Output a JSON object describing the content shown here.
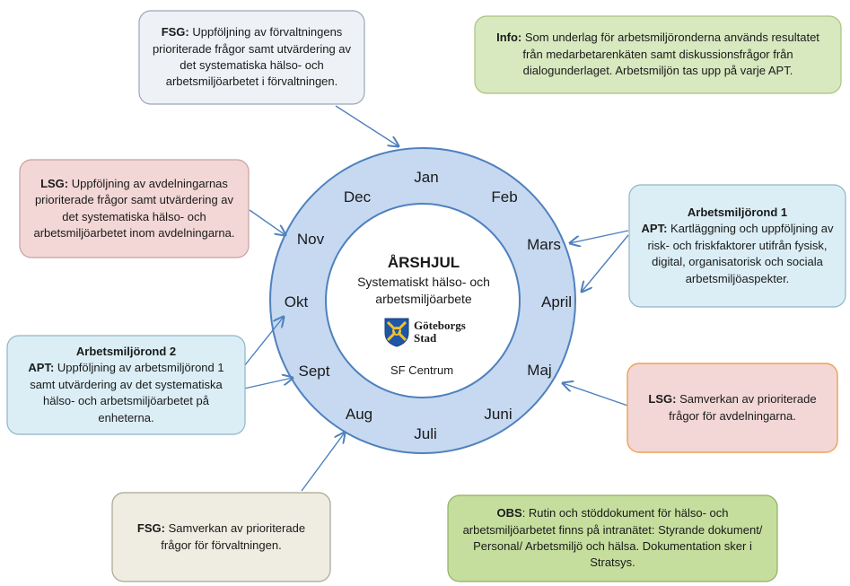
{
  "colors": {
    "ring_fill": "#c6d9f1",
    "ring_stroke": "#4f81bd",
    "arrow": "#4f81bd",
    "fsg_top_fill": "#eef1f6",
    "info_fill": "#d8e8bf",
    "lsg_left_fill": "#f2d7d6",
    "apt_fill": "#dbeef5",
    "lsg_right_fill": "#f2d7d6",
    "lsg_right_stroke": "#f0a050",
    "fsg_bottom_fill": "#efece1",
    "obs_fill": "#c5de9d"
  },
  "center": {
    "title": "ÅRSHJUL",
    "subtitle_line1": "Systematiskt hälso- och",
    "subtitle_line2": "arbetsmiljöarbete",
    "logo_line1": "Göteborgs",
    "logo_line2": "Stad",
    "unit": "SF Centrum"
  },
  "months": {
    "jan": "Jan",
    "feb": "Feb",
    "mars": "Mars",
    "april": "April",
    "maj": "Maj",
    "juni": "Juni",
    "juli": "Juli",
    "aug": "Aug",
    "sept": "Sept",
    "okt": "Okt",
    "nov": "Nov",
    "dec": "Dec"
  },
  "boxes": {
    "fsg_top": {
      "label": "FSG:",
      "text": " Uppföljning av förvaltningens prioriterade frågor samt utvärdering av det systematiska hälso- och arbetsmiljöarbetet i förvaltningen."
    },
    "info": {
      "label": "Info:",
      "text": " Som underlag för arbetsmiljöronderna används resultatet från medarbetarenkäten samt diskussionsfrågor från dialogunderlaget.  Arbetsmiljön tas upp på varje APT."
    },
    "lsg_left": {
      "label": "LSG:",
      "text": " Uppföljning av avdelningarnas prioriterade frågor samt utvärdering av det systematiska hälso- och arbetsmiljöarbetet inom avdelningarna."
    },
    "round1": {
      "title": "Arbetsmiljörond 1",
      "label": "APT:",
      "text": " Kartläggning och uppföljning av risk- och friskfaktorer utifrån fysisk, digital, organisatorisk och sociala arbetsmiljöaspekter."
    },
    "round2": {
      "title": "Arbetsmiljörond 2",
      "label": "APT:",
      "text": " Uppföljning av arbetsmiljörond 1 samt utvärdering av det systematiska hälso- och arbetsmiljöarbetet på enheterna."
    },
    "lsg_right": {
      "label": "LSG:",
      "text": " Samverkan av prioriterade frågor för avdelningarna."
    },
    "fsg_bottom": {
      "label": "FSG:",
      "text": " Samverkan av prioriterade frågor för förvaltningen."
    },
    "obs": {
      "label": "OBS",
      "text": ": Rutin och stöddokument för hälso- och arbetsmiljöarbetet finns på intranätet: Styrande dokument/ Personal/ Arbetsmiljö och hälsa. Dokumentation sker i Stratsys."
    }
  }
}
